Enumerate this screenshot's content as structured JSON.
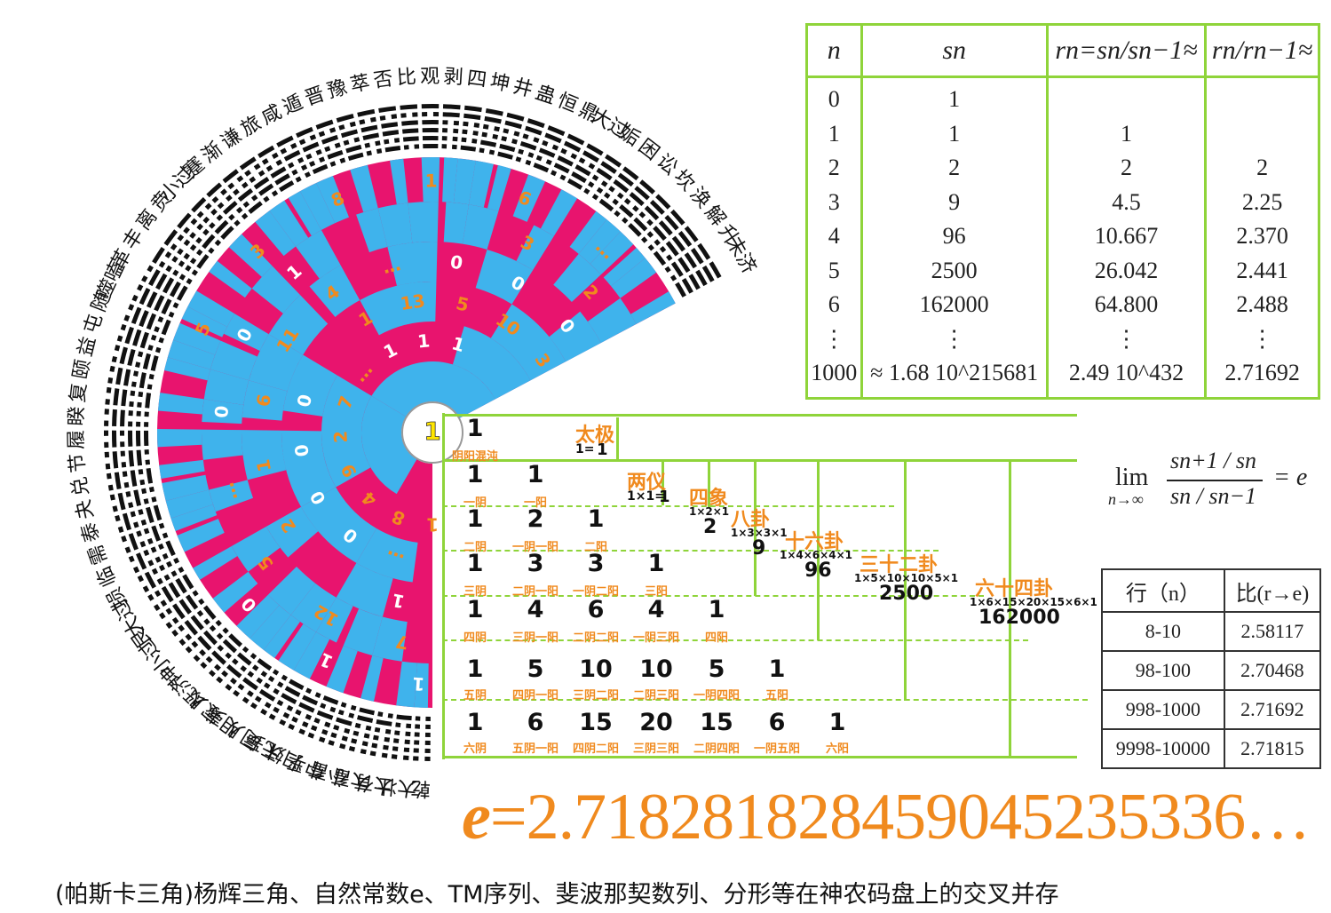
{
  "hexagram_names": [
    "乾",
    "大壮",
    "大有",
    "大畜",
    "小畜",
    "中孚",
    "归妹",
    "无妄",
    "同人",
    "明夷",
    "家人",
    "既济",
    "坤",
    "小过",
    "艮",
    "大过",
    "损",
    "临",
    "需",
    "泰",
    "夬",
    "兑",
    "节",
    "履",
    "睽",
    "复",
    "颐",
    "益",
    "屯",
    "随",
    "噬嗑",
    "革",
    "丰",
    "离",
    "贲",
    "小过",
    "蹇",
    "渐",
    "谦",
    "旅",
    "咸",
    "遁",
    "晋",
    "豫",
    "萃",
    "否",
    "比",
    "观",
    "剥",
    "四",
    "坤",
    "井",
    "蛊",
    "恒",
    "鼎",
    "大过",
    "姤",
    "困",
    "讼",
    "坎",
    "涣",
    "解",
    "升",
    "未济"
  ],
  "fan_labels": [
    "1",
    "1",
    "2",
    "3",
    "5",
    "8",
    "13",
    "1",
    "2",
    "3",
    "4",
    "5",
    "6",
    "7",
    "8",
    "9",
    "10",
    "11",
    "12",
    "1",
    "2",
    "3",
    "4",
    "5",
    "6",
    "7",
    "…",
    "…",
    "…",
    "…",
    "…",
    "0",
    "0",
    "0",
    "1",
    "1",
    "0",
    "0",
    "0",
    "1",
    "1",
    "0",
    "0",
    "1",
    "0",
    "1",
    "0",
    "1"
  ],
  "sn_table": {
    "headers": [
      "n",
      "sn",
      "rn=sn/sn−1≈",
      "rn/rn−1≈"
    ],
    "rows": [
      [
        "0",
        "1",
        "",
        ""
      ],
      [
        "1",
        "1",
        "1",
        ""
      ],
      [
        "2",
        "2",
        "2",
        "2"
      ],
      [
        "3",
        "9",
        "4.5",
        "2.25"
      ],
      [
        "4",
        "96",
        "10.667",
        "2.370"
      ],
      [
        "5",
        "2500",
        "26.042",
        "2.441"
      ],
      [
        "6",
        "162000",
        "64.800",
        "2.488"
      ],
      [
        "⋮",
        "⋮",
        "⋮",
        "⋮"
      ],
      [
        "1000",
        "≈ 1.68 10^215681",
        "2.49 10^432",
        "2.71692"
      ]
    ]
  },
  "limit_formula": {
    "lim": "lim",
    "under": "n→∞",
    "num": "sn+1 / sn",
    "den": "sn / sn−1",
    "rhs": "= e"
  },
  "ratio_table": {
    "headers": [
      "行（n）",
      "比(r→e)"
    ],
    "rows": [
      [
        "8-10",
        "2.58117"
      ],
      [
        "98-100",
        "2.70468"
      ],
      [
        "998-1000",
        "2.71692"
      ],
      [
        "9998-10000",
        "2.71815"
      ]
    ]
  },
  "pascal_rows": [
    {
      "nums": [
        "1"
      ],
      "subs": [
        "阴阳混沌"
      ]
    },
    {
      "nums": [
        "1",
        "1"
      ],
      "subs": [
        "一阴",
        "一阳"
      ]
    },
    {
      "nums": [
        "1",
        "2",
        "1"
      ],
      "subs": [
        "二阴",
        "一阴一阳",
        "二阳"
      ]
    },
    {
      "nums": [
        "1",
        "3",
        "3",
        "1"
      ],
      "subs": [
        "三阴",
        "二阴一阳",
        "一阴二阳",
        "三阳"
      ]
    },
    {
      "nums": [
        "1",
        "4",
        "6",
        "4",
        "1"
      ],
      "subs": [
        "四阴",
        "三阴一阳",
        "二阴二阳",
        "一阴三阳",
        "四阳"
      ]
    },
    {
      "nums": [
        "1",
        "5",
        "10",
        "10",
        "5",
        "1"
      ],
      "subs": [
        "五阴",
        "四阴一阳",
        "三阴二阳",
        "二阴三阳",
        "一阴四阳",
        "五阳"
      ]
    },
    {
      "nums": [
        "1",
        "6",
        "15",
        "20",
        "15",
        "6",
        "1"
      ],
      "subs": [
        "六阴",
        "五阴一阳",
        "四阴二阳",
        "三阴三阳",
        "二阴四阳",
        "一阴五阳",
        "六阳"
      ]
    }
  ],
  "stages": [
    {
      "title": "太极",
      "formula": "1=",
      "total": "1"
    },
    {
      "title": "两仪",
      "formula": "1×1=",
      "total": "1"
    },
    {
      "title": "四象",
      "formula": "1×2×1",
      "total": "2"
    },
    {
      "title": "八卦",
      "formula": "1×3×3×1",
      "total": "9"
    },
    {
      "title": "十六卦",
      "formula": "1×4×6×4×1",
      "total": "96"
    },
    {
      "title": "三十二卦",
      "formula": "1×5×10×10×5×1",
      "total": "2500"
    },
    {
      "title": "六十四卦",
      "formula": "1×6×15×20×15×6×1",
      "total": "162000"
    }
  ],
  "center_label": "1",
  "e_value": {
    "symbol": "e",
    "digits": "=2.718281828459045235336…"
  },
  "caption": "(帕斯卡三角)杨辉三角、自然常数e、TM序列、斐波那契数列、分形等在神农码盘上的交叉并存",
  "colors": {
    "magenta": "#e8146e",
    "cyan": "#3fb3ec",
    "orange": "#f08a1e",
    "green": "#8fd43a",
    "yellow": "#ffe600"
  }
}
